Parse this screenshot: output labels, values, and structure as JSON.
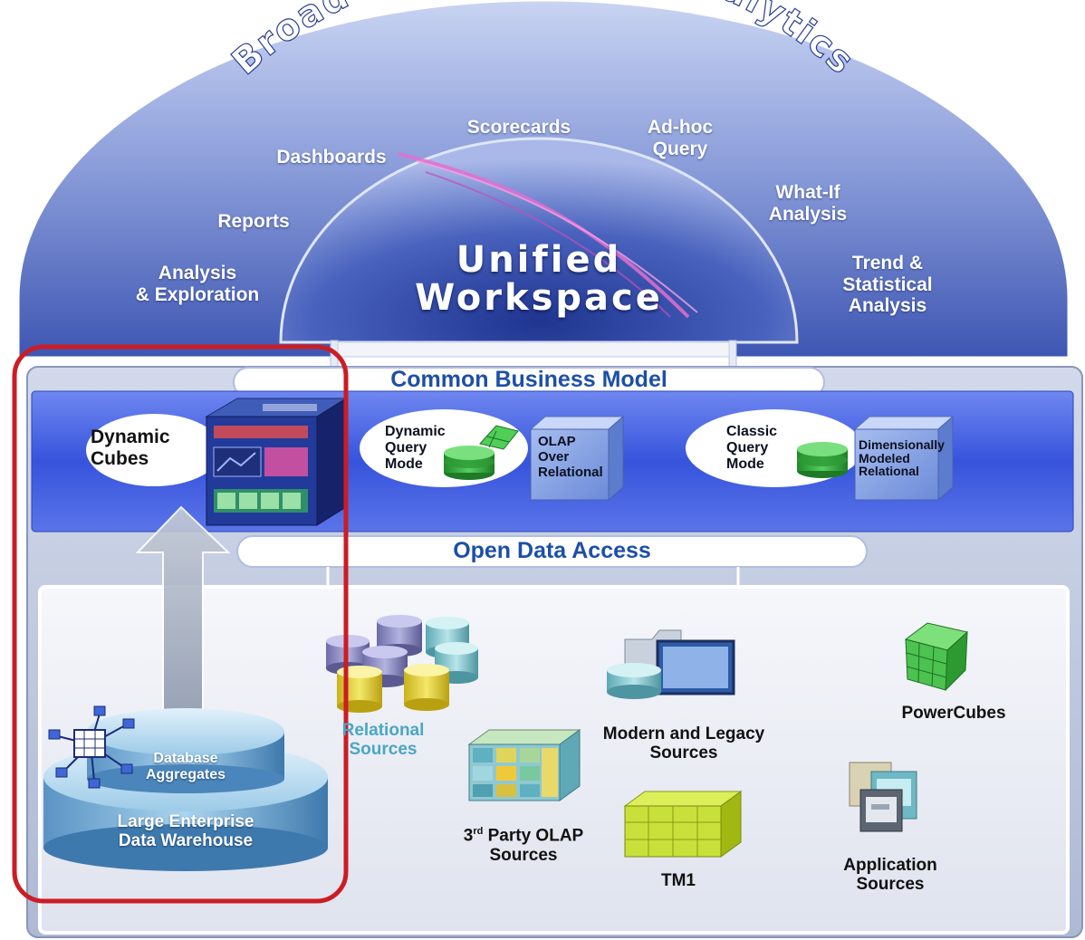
{
  "arch": {
    "title": "Broad and Powerful Analytics",
    "center_line1": "Unified",
    "center_line2": "Workspace",
    "capabilities": [
      {
        "line1": "Analysis",
        "line2": "& Exploration"
      },
      {
        "line1": "Reports",
        "line2": ""
      },
      {
        "line1": "Dashboards",
        "line2": ""
      },
      {
        "line1": "Scorecards",
        "line2": ""
      },
      {
        "line1": "Ad-hoc",
        "line2": "Query"
      },
      {
        "line1": "What-If",
        "line2": "Analysis"
      },
      {
        "line1": "Trend &",
        "line2": "Statistical",
        "line3": "Analysis"
      }
    ]
  },
  "model": {
    "band_title": "Common Business Model",
    "dynamic_cubes": {
      "line1": "Dynamic",
      "line2": "Cubes"
    },
    "dqm": {
      "line1": "Dynamic",
      "line2": "Query",
      "line3": "Mode"
    },
    "olap": {
      "line1": "OLAP",
      "line2": "Over",
      "line3": "Relational"
    },
    "cqm": {
      "line1": "Classic",
      "line2": "Query",
      "line3": "Mode"
    },
    "dmr": {
      "line1": "Dimensionally",
      "line2": "Modeled",
      "line3": "Relational"
    }
  },
  "access": {
    "band_title": "Open Data Access"
  },
  "sources": {
    "db_aggregates": {
      "line1": "Database",
      "line2": "Aggregates"
    },
    "warehouse": {
      "line1": "Large Enterprise",
      "line2": "Data Warehouse"
    },
    "relational": {
      "line1": "Relational",
      "line2": "Sources"
    },
    "third_party": {
      "sup": "rd",
      "prefix": "3",
      "line1_rest": " Party OLAP",
      "line2": "Sources"
    },
    "modern_legacy": {
      "line1": "Modern and Legacy",
      "line2": "Sources"
    },
    "powercubes": "PowerCubes",
    "tm1": "TM1",
    "application": {
      "line1": "Application",
      "line2": "Sources"
    }
  },
  "colors": {
    "arc_top": "#c3cff0",
    "arc_bottom": "#3b57b5",
    "band_blue": "#3f5fe0",
    "highlight_red": "#cc1c24",
    "band_text": "#1d4fa8",
    "panel_bg": "#b9c3dc"
  },
  "icons": [
    "star-schema-icon",
    "cube-server-icon",
    "database-stack-icon",
    "olap-cube-icon",
    "folder-monitor-icon",
    "green-cube-icon",
    "application-windows-icon",
    "up-arrow-icon"
  ]
}
